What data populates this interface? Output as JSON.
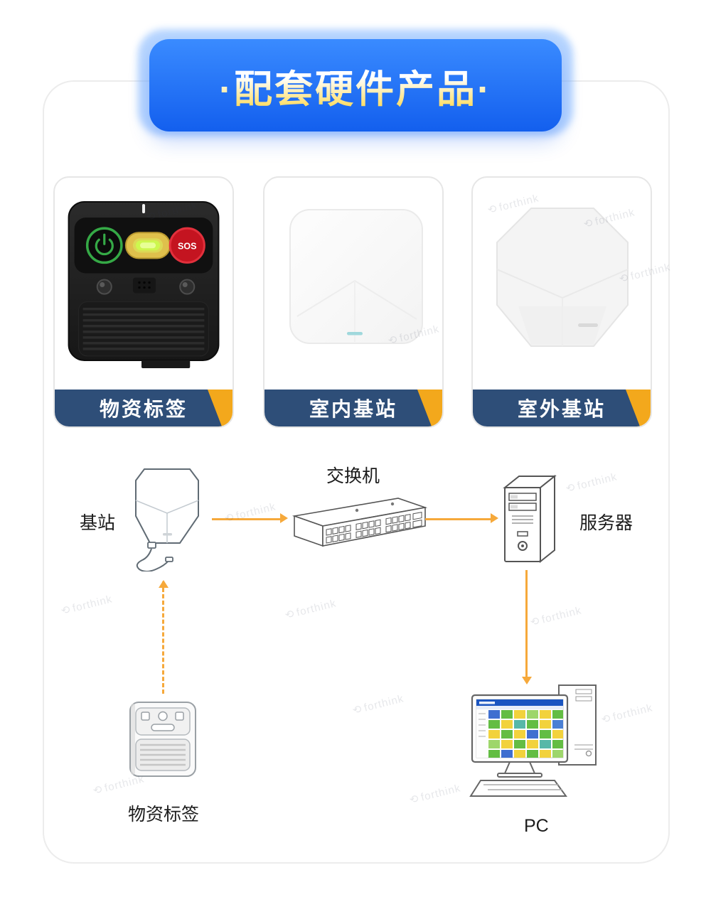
{
  "header": {
    "title": "·配套硬件产品·"
  },
  "cards": [
    {
      "label": "物资标签",
      "sos_label": "SOS"
    },
    {
      "label": "室内基站"
    },
    {
      "label": "室外基站"
    }
  ],
  "diagram": {
    "base_station": "基站",
    "switch": "交换机",
    "server": "服务器",
    "pc": "PC",
    "tag": "物资标签"
  },
  "watermark": {
    "logo_glyph": "⟲",
    "text": "forthink"
  },
  "colors": {
    "banner_blue": "#1e6dff",
    "label_navy": "#2e4e78",
    "accent_yellow": "#f3a81c",
    "arrow_orange": "#f6a93b",
    "power_green": "#35a946",
    "sos_red": "#c41420",
    "led_green": "#cdf74e"
  }
}
